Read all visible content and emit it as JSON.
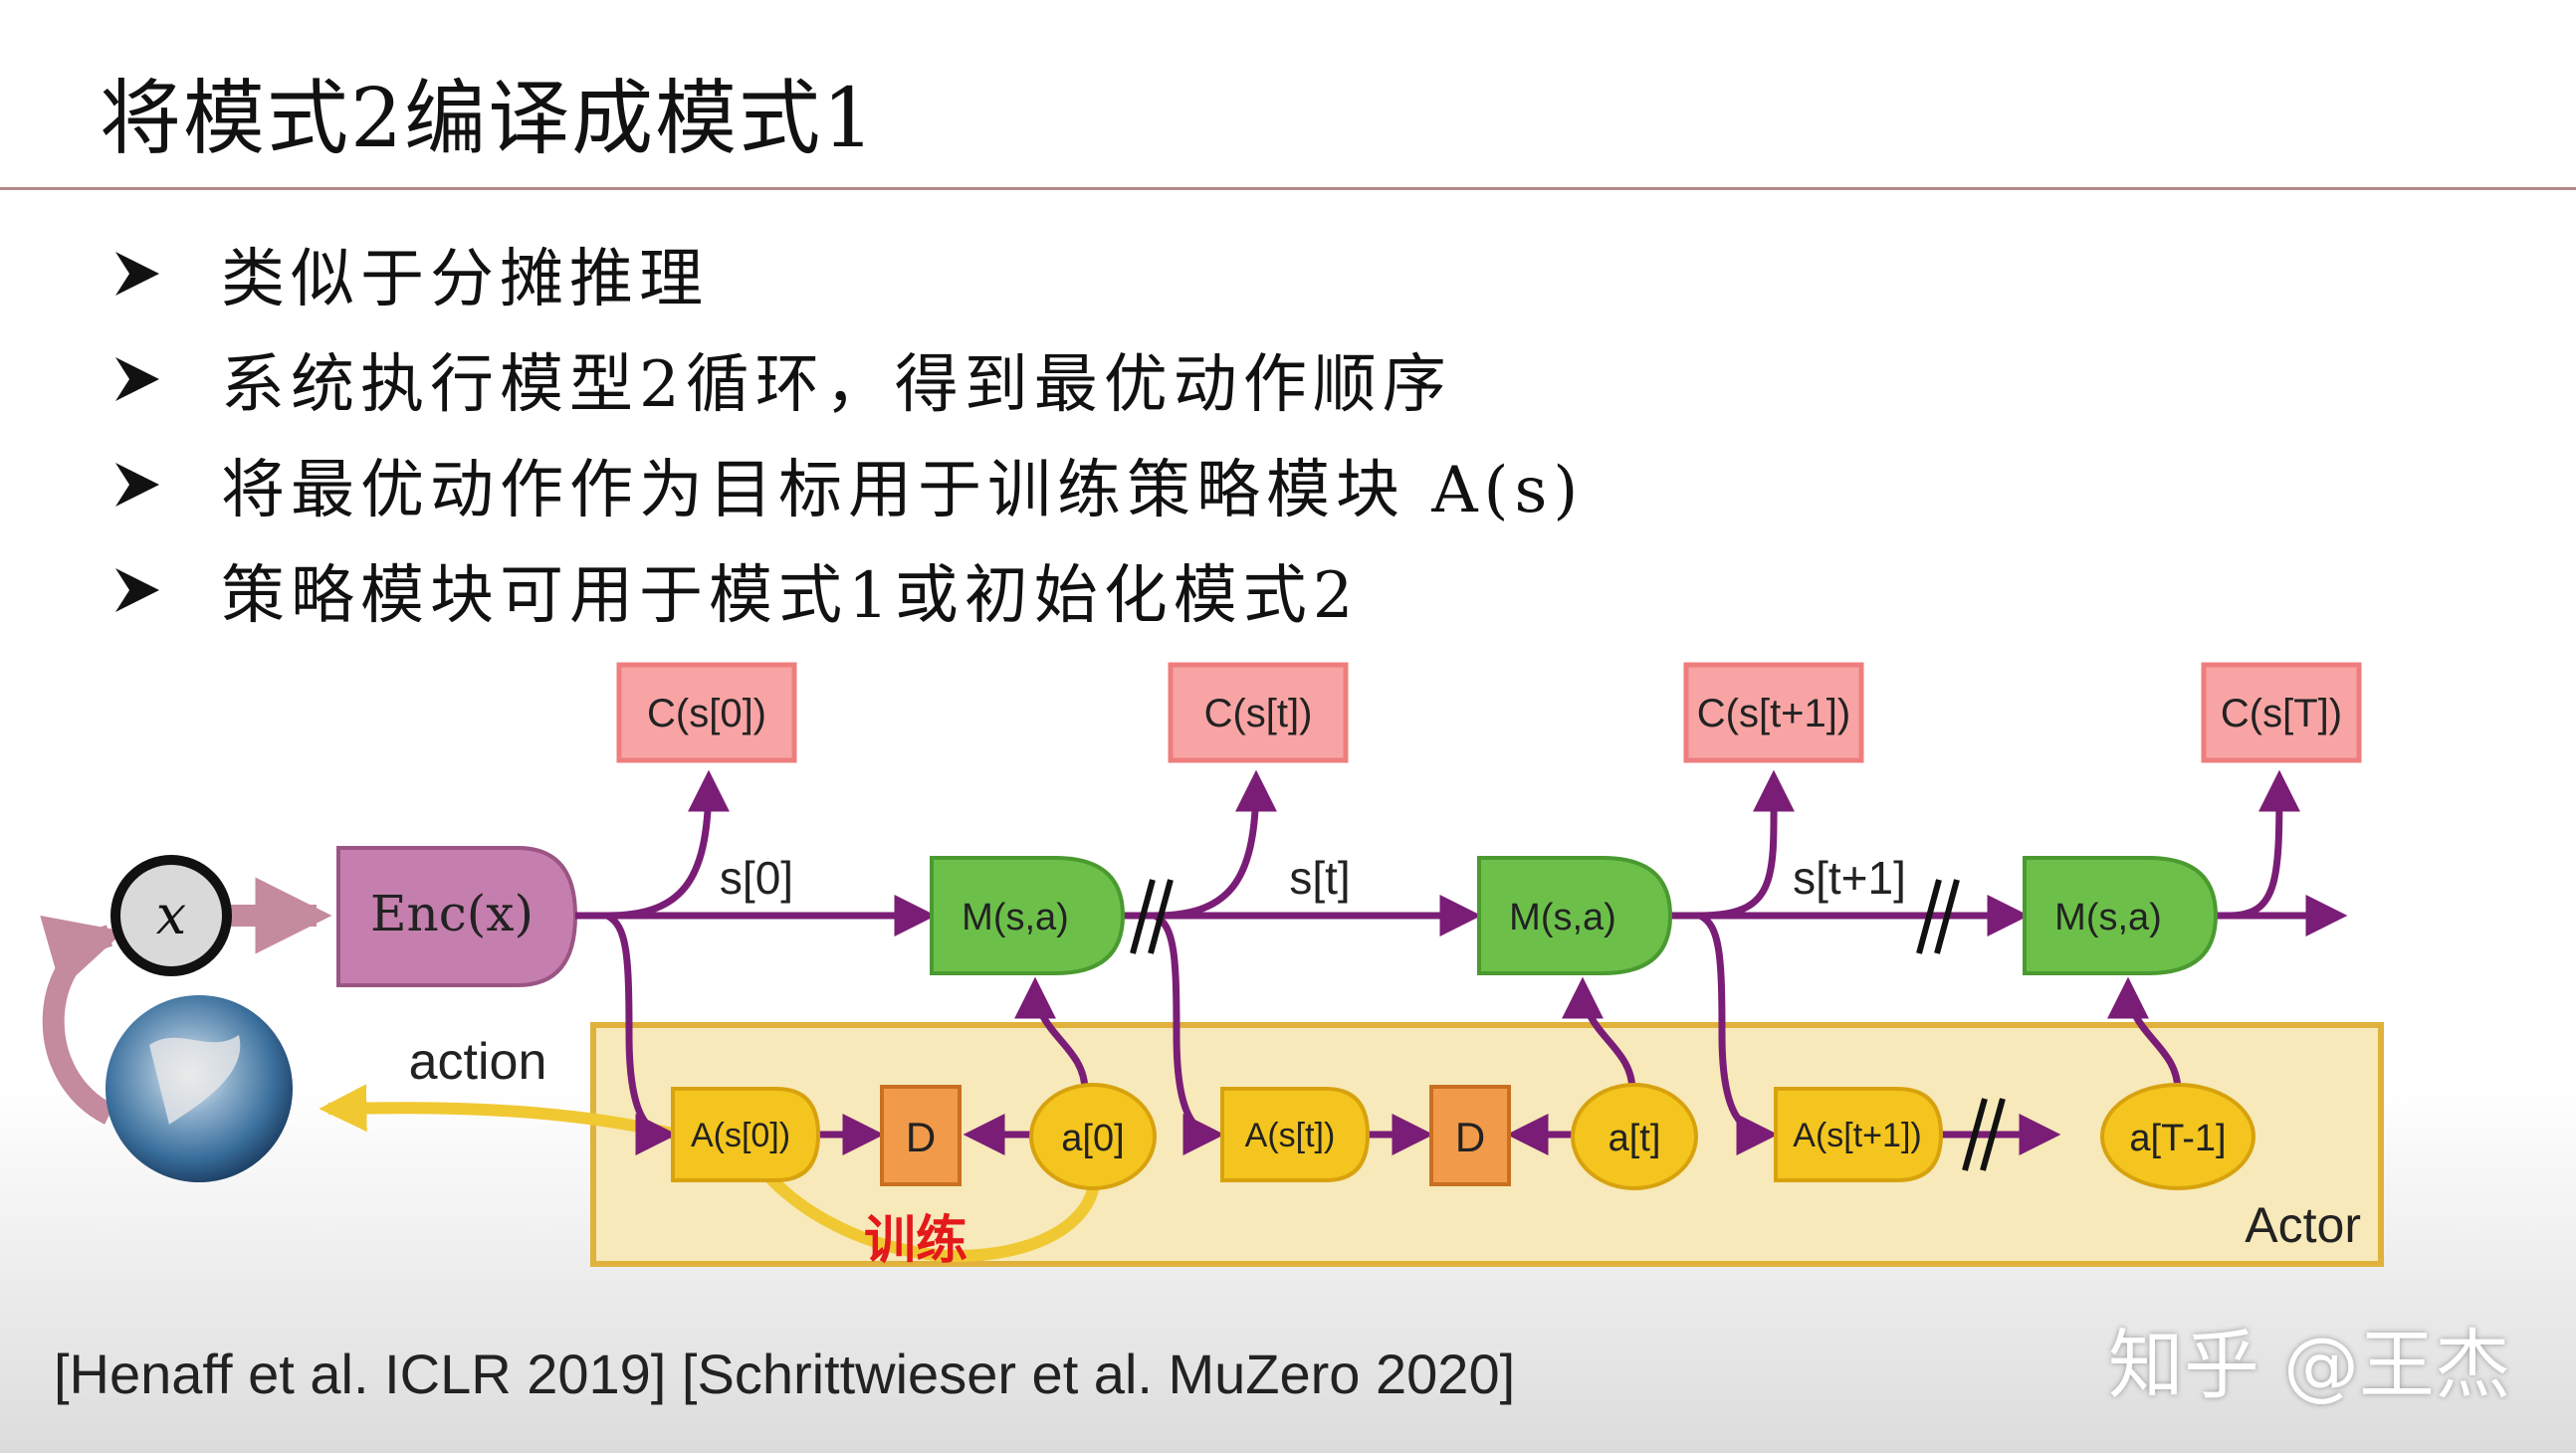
{
  "slide": {
    "title": "将模式2编译成模式1",
    "bullets": [
      "类似于分摊推理",
      "系统执行模型2循环，得到最优动作顺序",
      "将最优动作作为目标用于训练策略模块 A(s)",
      "策略模块可用于模式1或初始化模式2"
    ]
  },
  "diagram": {
    "input_label": "x",
    "encoder_label": "Enc(x)",
    "action_label": "action",
    "train_label": "训练",
    "actor_label": "Actor",
    "state_labels": [
      "s[0]",
      "s[t]",
      "s[t+1]"
    ],
    "model_labels": [
      "M(s,a)",
      "M(s,a)",
      "M(s,a)"
    ],
    "cost_labels": [
      "C(s[0])",
      "C(s[t])",
      "C(s[t+1])",
      "C(s[T])"
    ],
    "policy_labels": [
      "A(s[0])",
      "A(s[t])",
      "A(s[t+1])"
    ],
    "decision_labels": [
      "D",
      "D"
    ],
    "action_nodes": [
      "a[0]",
      "a[t]",
      "a[T-1]"
    ],
    "colors": {
      "arrow": "#7a1d76",
      "model_fill": "#6cc04a",
      "cost_fill": "#f8a4a4",
      "policy_fill": "#f3c51e",
      "decision_fill": "#f09a4a",
      "encoder_fill": "#c57fae",
      "actor_box": "#e6b43a",
      "train_text": "#e41a1a"
    }
  },
  "citation": "[Henaff et al. ICLR 2019] [Schrittwieser et al. MuZero 2020]",
  "watermark": "知乎 @王杰"
}
